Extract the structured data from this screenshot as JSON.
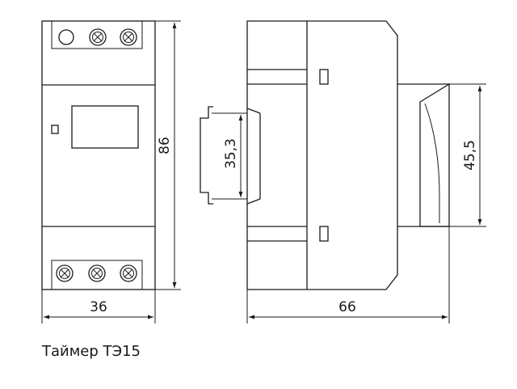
{
  "dimensions": {
    "width_front": "36",
    "height_front": "86",
    "rail_width": "35,3",
    "depth": "66",
    "front_protrusion": "45,5"
  },
  "caption": "Таймер ТЭ15"
}
